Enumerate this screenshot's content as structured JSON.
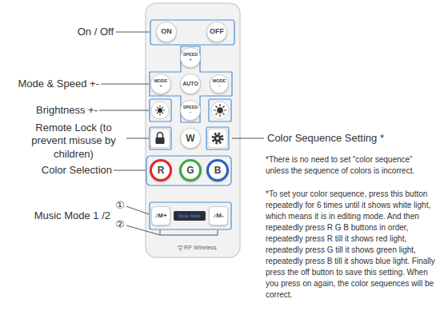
{
  "diagram": {
    "nodes": [
      {
        "text": [
          "ON"
        ]
      },
      {
        "text": [
          "OFF"
        ]
      },
      {
        "text": [
          "SPEED +"
        ]
      },
      {
        "text": [
          "MODE +"
        ]
      },
      {
        "text": [
          "AUTO"
        ]
      },
      {
        "text": [
          "MODE -"
        ]
      },
      {
        "text": [
          "SPEED -"
        ]
      },
      {
        "text": [
          "W"
        ]
      },
      {
        "text": [
          "R"
        ]
      },
      {
        "text": [
          "G"
        ]
      },
      {
        "text": [
          "B"
        ]
      },
      {
        "text": [
          "♪M+"
        ]
      },
      {
        "text": [
          "♪M-"
        ]
      }
    ],
    "labels": [
      "On / Off",
      "Mode & Speed +-",
      "Brightness +-",
      "Remote Lock (to prevent misuse by children)",
      "Color Selection",
      "①",
      "Music Mode 1 /2",
      "②",
      "Color Sequence Setting *",
      "*There is no need to set “color sequence” unless the sequence of colors is incorrect.",
      "*To set your color sequence, press this button repeatedly for 6 times until it shows white light, which means it is in editing mode. And then repeatedly press R G B buttons in order, repeatedly press R till it shows red light, repeatedly press G till it shows green light, repeatedly press B till it shows blue light. Finally press the off button to save this setting. When you press on again, the color sequences will be correct.",
      "Music Mode",
      "RF Wireless"
    ]
  }
}
